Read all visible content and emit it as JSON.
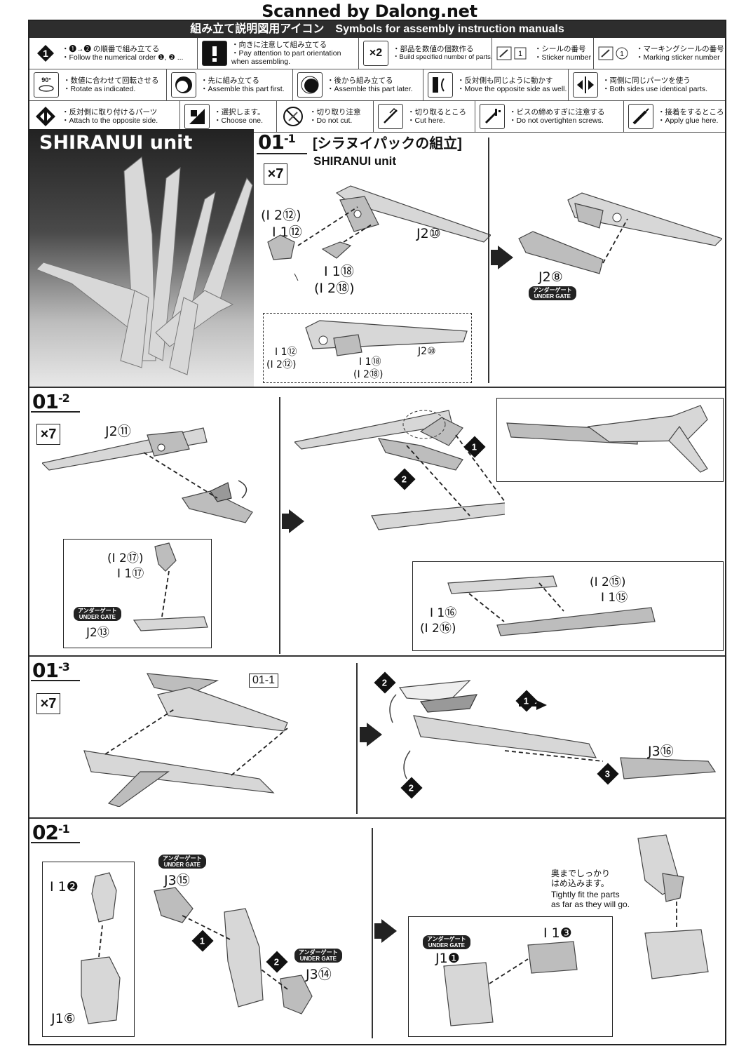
{
  "watermark": "Scanned by Dalong.net",
  "legend": {
    "title": "組み立て説明図用アイコン　Symbols for assembly instruction manuals",
    "row1": [
      {
        "icon": "order-icon",
        "jp": "・❶→❷ の順番で組み立てる",
        "en": "・Follow the numerical order ❶, ❷ ..."
      },
      {
        "icon": "attention-icon",
        "jp": "・向きに注意して組み立てる",
        "en": "・Pay attention to part orientation when assembling."
      },
      {
        "icon": "multiply-icon",
        "glyph": "×2",
        "jp": "・部品を数値の個数作る",
        "en": "・Build specified number of parts."
      },
      {
        "icon": "sticker-icon",
        "jp": "・シールの番号",
        "en": "・Sticker number"
      },
      {
        "icon": "marking-sticker-icon",
        "jp": "・マーキングシールの番号",
        "en": "・Marking sticker number"
      }
    ],
    "row2": [
      {
        "icon": "rotate-icon",
        "glyph": "90°",
        "jp": "・数値に合わせて回転させる",
        "en": "・Rotate as indicated."
      },
      {
        "icon": "assemble-first-icon",
        "jp": "・先に組み立てる",
        "en": "・Assemble this part first."
      },
      {
        "icon": "assemble-later-icon",
        "jp": "・後から組み立てる",
        "en": "・Assemble this part later."
      },
      {
        "icon": "mirror-move-icon",
        "jp": "・反対側も同じように動かす",
        "en": "・Move the opposite side as well."
      },
      {
        "icon": "both-sides-icon",
        "jp": "・両側に同じパーツを使う",
        "en": "・Both sides use identical parts."
      }
    ],
    "row3": [
      {
        "icon": "opposite-side-icon",
        "jp": "・反対側に取り付けるパーツ",
        "en": "・Attach to the opposite side."
      },
      {
        "icon": "choose-icon",
        "jp": "・選択します。",
        "en": "・Choose one."
      },
      {
        "icon": "no-cut-icon",
        "jp": "・切り取り注意",
        "en": "・Do not cut."
      },
      {
        "icon": "cut-icon",
        "jp": "・切り取るところ",
        "en": "・Cut here."
      },
      {
        "icon": "screw-icon",
        "jp": "・ビスの締めすぎに注意する",
        "en": "・Do not overtighten screws."
      },
      {
        "icon": "glue-icon",
        "jp": "・接着をするところ",
        "en": "・Apply glue here."
      }
    ]
  },
  "hero": {
    "label": "SHIRANUI unit"
  },
  "step01_1": {
    "tag": "01",
    "sub": "-1",
    "title_jp": "[シラヌイパックの組立]",
    "title_en": "SHIRANUI unit",
    "count": "×7",
    "labels": {
      "i12_paren": "(I 2⑫)",
      "i12": "I 1⑫",
      "j210": "J2⑩",
      "i118": "I 1⑱",
      "i218": "(I 2⑱)",
      "inset_i112": "I 1⑫",
      "inset_i212": "(I 2⑫)",
      "inset_j210": "J2⑩",
      "inset_i118": "I 1⑱",
      "inset_i218": "(I 2⑱)",
      "j28": "J2⑧"
    },
    "under_gate_jp": "アンダーゲート",
    "under_gate_en": "UNDER GATE"
  },
  "step01_2": {
    "tag": "01",
    "sub": "-2",
    "count": "×7",
    "labels": {
      "j211": "J2⑪",
      "i217": "(I 2⑰)",
      "i117": "I 1⑰",
      "j213": "J2⑬",
      "i215": "(I 2⑮)",
      "i115": "I 1⑮",
      "i116": "I 1⑯",
      "i216": "(I 2⑯)"
    },
    "under_gate_jp": "アンダーゲート",
    "under_gate_en": "UNDER GATE",
    "steps": [
      "1",
      "2"
    ]
  },
  "step01_3": {
    "tag": "01",
    "sub": "-3",
    "count": "×7",
    "ref": "01-1",
    "labels": {
      "j316": "J3⑯"
    },
    "steps": [
      "1",
      "2",
      "2",
      "3"
    ]
  },
  "step02_1": {
    "tag": "02",
    "sub": "-1",
    "labels": {
      "i12": "I 1❷",
      "j16": "J1⑥",
      "j315": "J3⑮",
      "j314": "J3⑭",
      "j11": "J1❶",
      "i13": "I 1❸"
    },
    "under_gate_jp": "アンダーゲート",
    "under_gate_en": "UNDER GATE",
    "note_jp": "奥までしっかり\nはめ込みます。",
    "note_en": "Tightly fit the parts\nas far as they will go.",
    "steps": [
      "1",
      "2"
    ]
  }
}
